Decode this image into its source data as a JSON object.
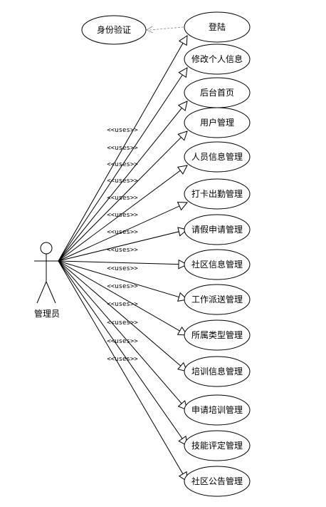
{
  "diagram": {
    "actor": {
      "label": "管理员"
    },
    "stereotype": "<<uses>>",
    "top_case": "身份验证",
    "use_cases": [
      "登陆",
      "修改个人信息",
      "后台首页",
      "用户管理",
      "人员信息管理",
      "打卡出勤管理",
      "请假申请管理",
      "社区信息管理",
      "工作派送管理",
      "所属类型管理",
      "培训信息管理",
      "申请培训管理",
      "技能评定管理",
      "社区公告管理"
    ]
  }
}
